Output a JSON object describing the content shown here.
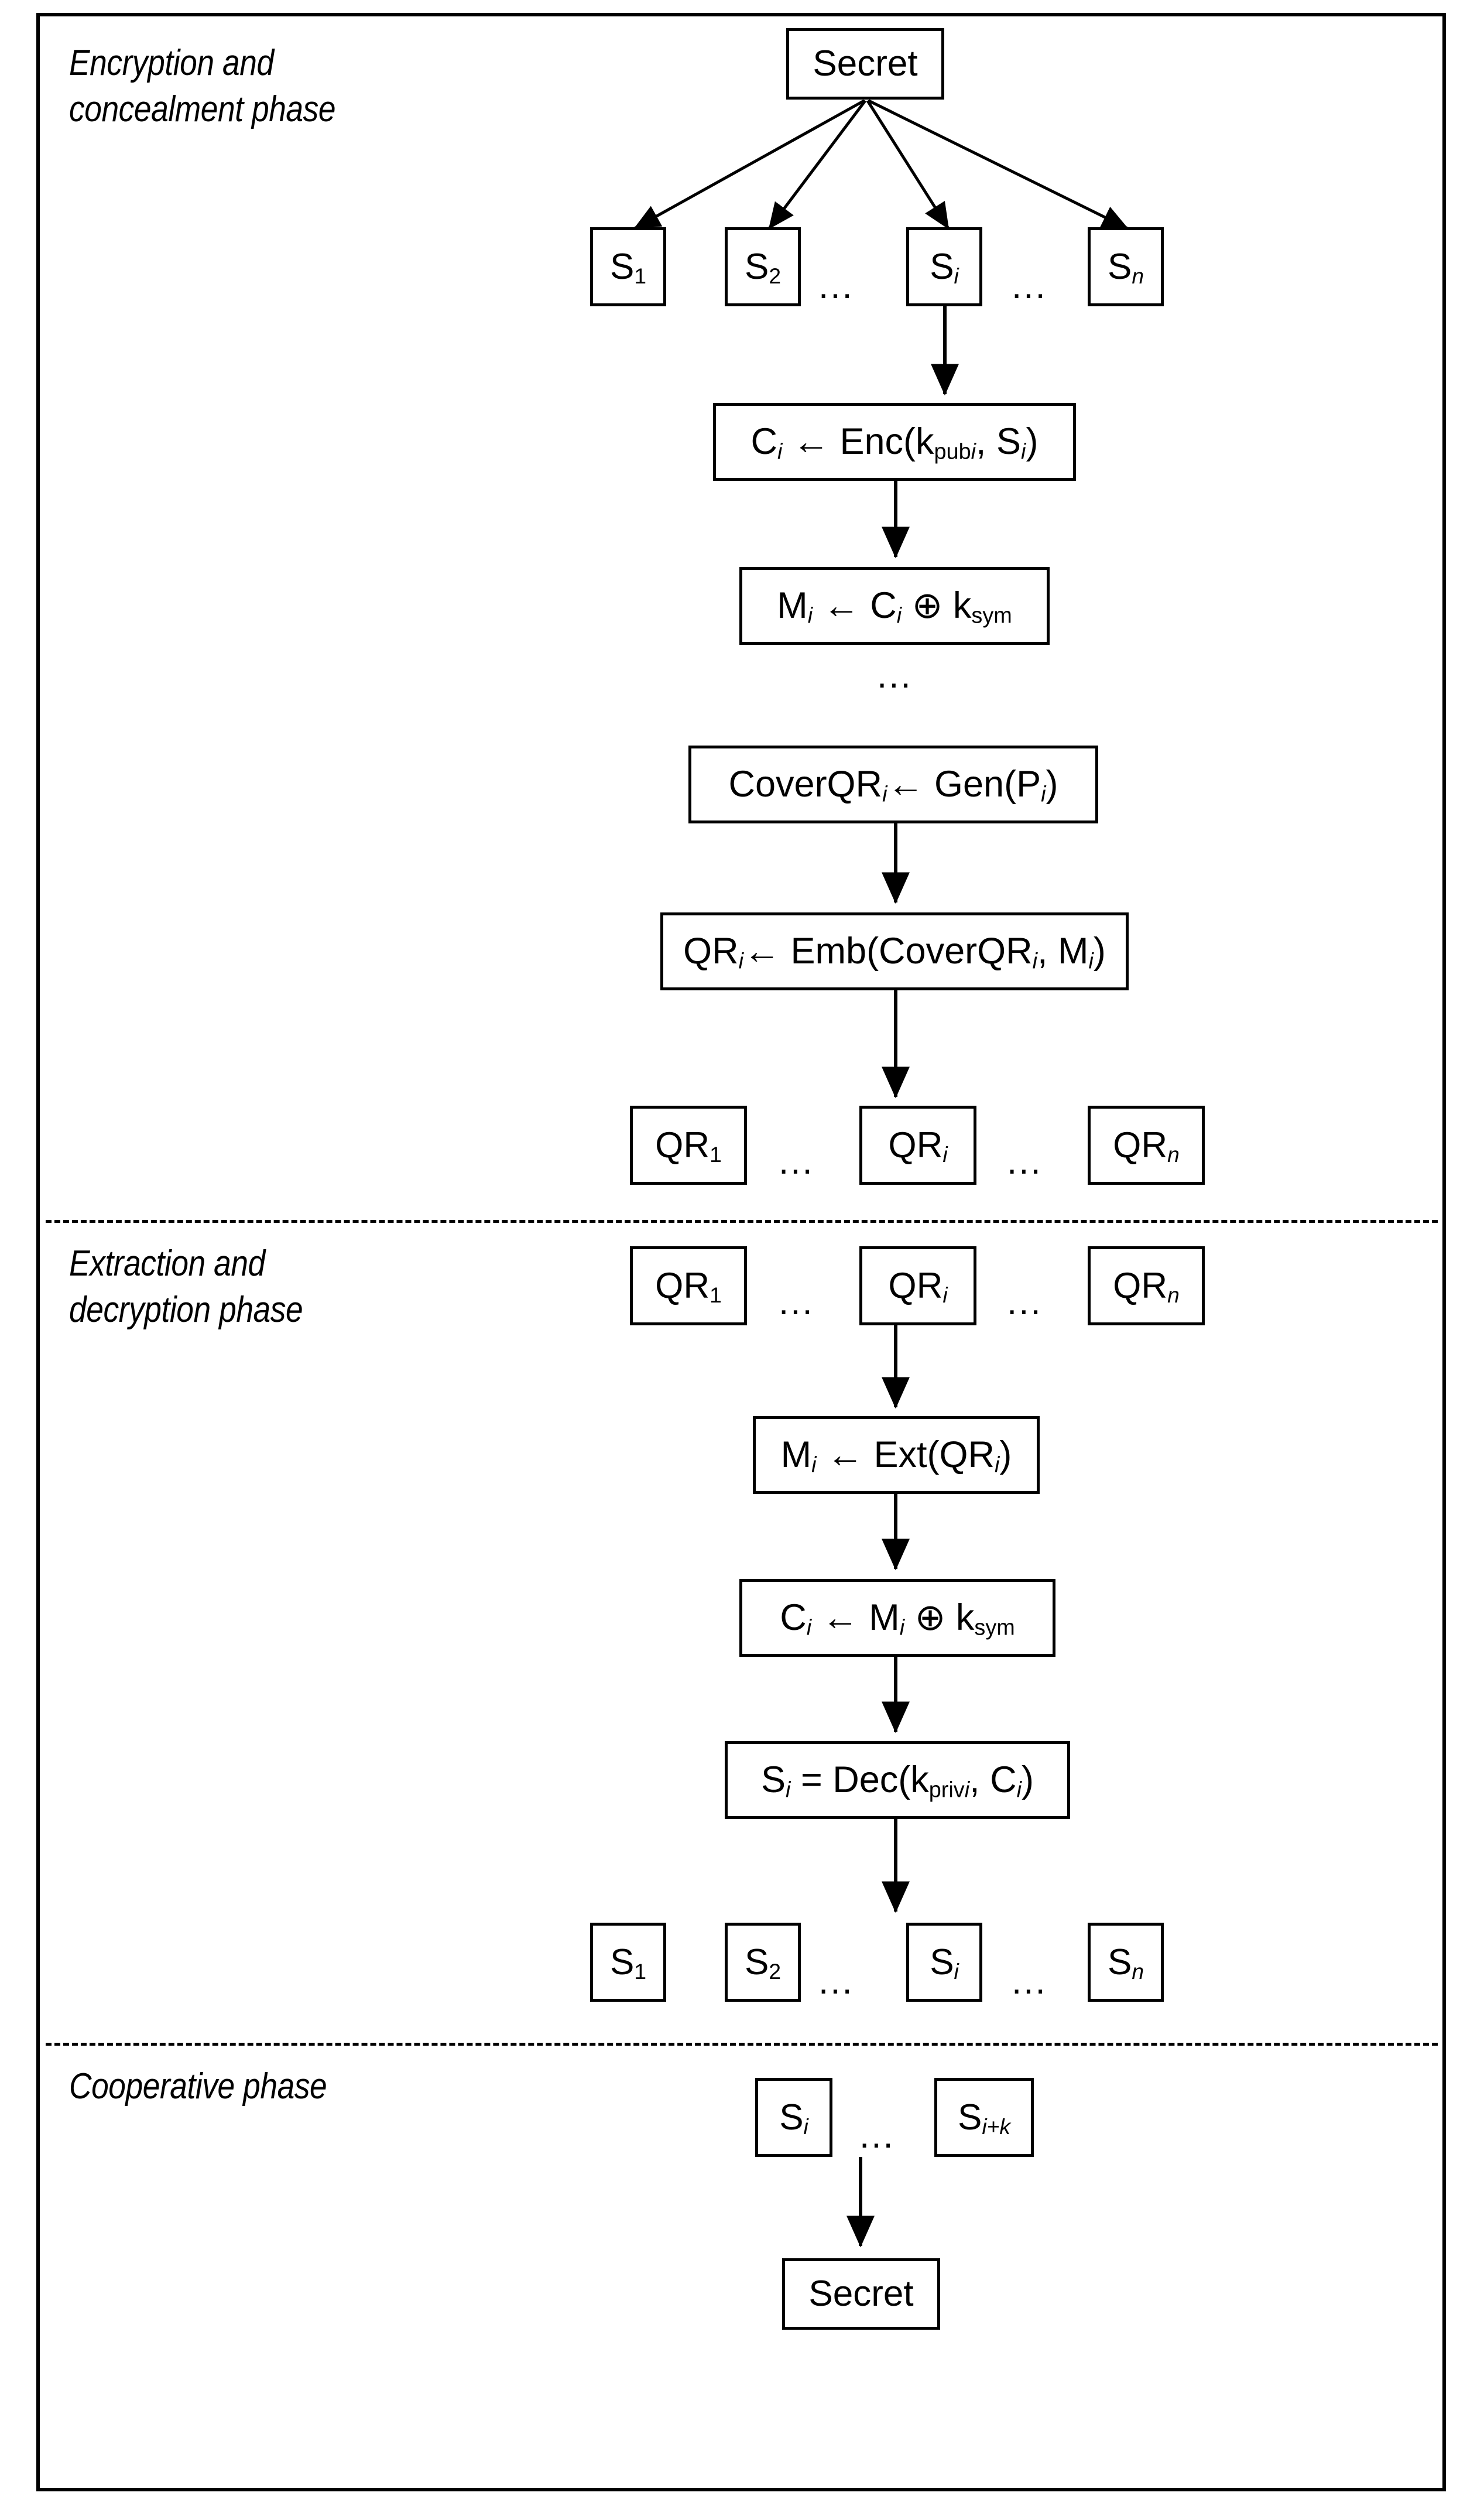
{
  "diagram": {
    "title": "Secret sharing with QR code steganography workflow",
    "background": "#ffffff",
    "stroke": "#000000"
  },
  "phases": [
    {
      "id": "phase-1",
      "label": "Encryption and\nconcealment phase"
    },
    {
      "id": "phase-2",
      "label": "Extraction and\ndecryption phase"
    },
    {
      "id": "phase-3",
      "label": "Cooperative phase"
    }
  ],
  "nodes": {
    "secret_top": "Secret",
    "secret_bottom": "Secret",
    "shares_top": [
      {
        "base": "S",
        "sub": "1",
        "sub_italic": false
      },
      {
        "base": "S",
        "sub": "2",
        "sub_italic": false
      },
      {
        "base": "S",
        "sub": "i",
        "sub_italic": true
      },
      {
        "base": "S",
        "sub": "n",
        "sub_italic": true
      }
    ],
    "shares_bottom": [
      {
        "base": "S",
        "sub": "1",
        "sub_italic": false
      },
      {
        "base": "S",
        "sub": "2",
        "sub_italic": false
      },
      {
        "base": "S",
        "sub": "i",
        "sub_italic": true
      },
      {
        "base": "S",
        "sub": "n",
        "sub_italic": true
      }
    ],
    "qr_top": [
      {
        "base": "QR",
        "sub": "1",
        "sub_italic": false
      },
      {
        "base": "QR",
        "sub": "i",
        "sub_italic": true
      },
      {
        "base": "QR",
        "sub": "n",
        "sub_italic": true
      }
    ],
    "qr_bottom": [
      {
        "base": "QR",
        "sub": "1",
        "sub_italic": false
      },
      {
        "base": "QR",
        "sub": "i",
        "sub_italic": true
      },
      {
        "base": "QR",
        "sub": "n",
        "sub_italic": true
      }
    ],
    "cooperative_shares": [
      {
        "base": "S",
        "sub": "i",
        "sub_italic": true
      },
      {
        "base": "S",
        "sub": "i+k",
        "sub_italic": true
      }
    ]
  },
  "formulas": {
    "enc": "C_i <- Enc(k_pub-i, S_i)",
    "xor_embed": "M_i <- C_i (xor) k_sym",
    "cover": "CoverQR_i <- Gen(P_i)",
    "embed": "QR_i <- Emb(CoverQR_i, M_i)",
    "extract": "M_i <- Ext(QR_i)",
    "xor_decode": "C_i <- M_i (xor) k_sym",
    "decrypt": "S_i = Dec(k_priv-i, C_i)"
  },
  "symbols": {
    "left_arrow": "←",
    "xor": "⊕",
    "equals": "=",
    "ellipsis": "...",
    "comma": ", ",
    "paren_open": "(",
    "paren_close": ")"
  },
  "labels": {
    "C": "C",
    "M": "M",
    "S": "S",
    "QR": "QR",
    "CoverQR": "CoverQR",
    "k": "k",
    "P": "P",
    "Enc": "Enc",
    "Dec": "Dec",
    "Gen": "Gen",
    "Emb": "Emb",
    "Ext": "Ext",
    "sub_i": "i",
    "sub_pub_i": "pub",
    "sub_priv_i": "priv",
    "sub_sym": "sym"
  }
}
